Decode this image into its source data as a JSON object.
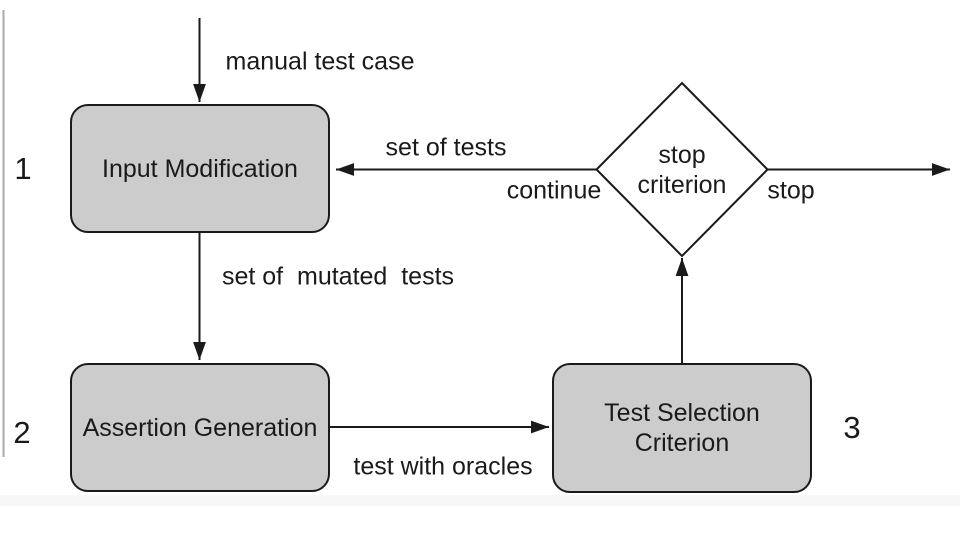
{
  "figure": {
    "colors": {
      "node_fill": "#cccccc",
      "node_border": "#1a1a1a",
      "edge": "#1a1a1a",
      "text": "#1a1a1a",
      "diamond_fill": "#ffffff",
      "page_edge": "#ababab",
      "footer_band": "#f7f7f7"
    }
  },
  "nodes": {
    "input_modification": {
      "number": "1",
      "label": "Input Modification"
    },
    "assertion_generation": {
      "number": "2",
      "label": "Assertion Generation"
    },
    "test_selection": {
      "number": "3",
      "line1": "Test Selection",
      "line2": "Criterion"
    },
    "stop_criterion": {
      "line1": "stop",
      "line2": "criterion"
    }
  },
  "edge_labels": {
    "manual_test_case": "manual test case",
    "set_of_tests": "set of tests",
    "continue_branch": "continue",
    "stop_branch": "stop",
    "set_of_mutated_tests": "set of  mutated  tests",
    "test_with_oracles": "test with oracles"
  }
}
